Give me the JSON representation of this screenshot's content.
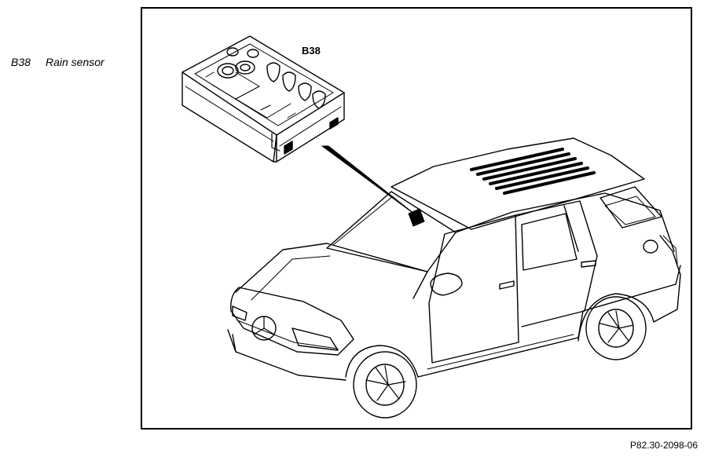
{
  "legend": {
    "code": "B38",
    "label": "Rain sensor"
  },
  "callout": {
    "label": "B38"
  },
  "figure_id": "P82.30-2098-06",
  "colors": {
    "ink": "#000000",
    "background": "#ffffff"
  }
}
